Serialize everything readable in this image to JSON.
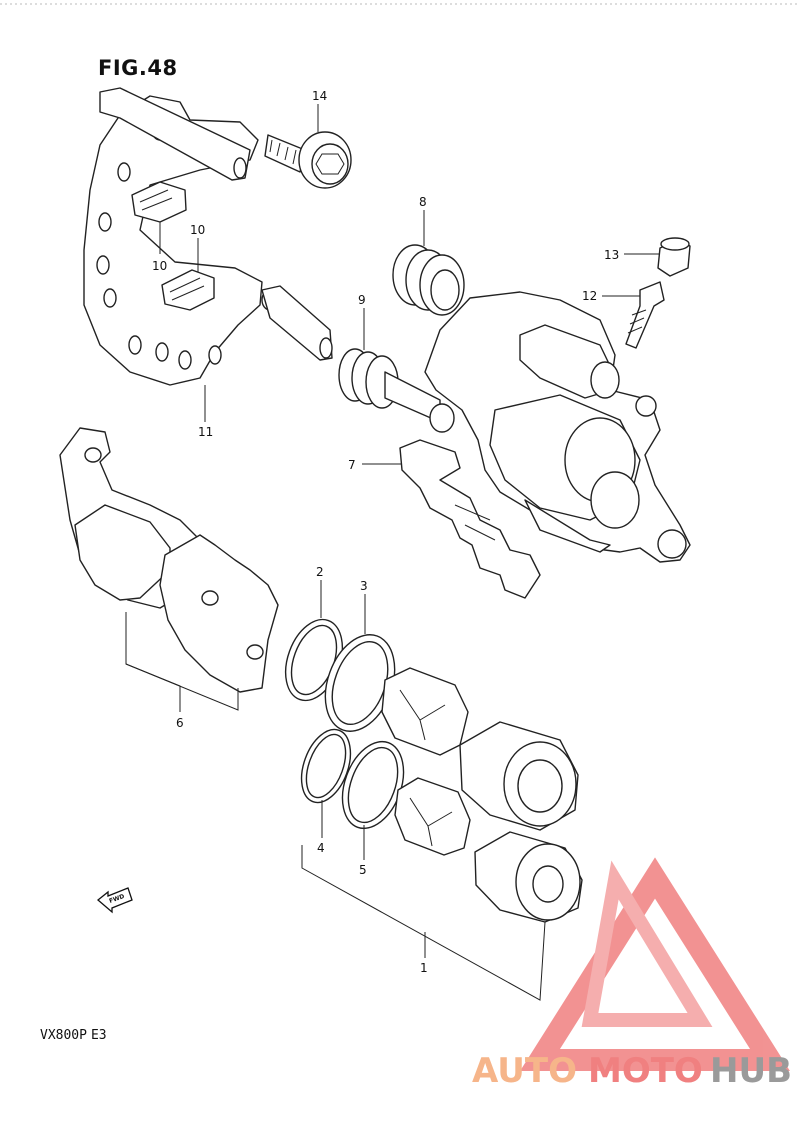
{
  "figure": {
    "title": "FIG.48",
    "model": "VX800P",
    "region": "E3"
  },
  "callouts": [
    {
      "id": "c14",
      "label": "14"
    },
    {
      "id": "c8",
      "label": "8"
    },
    {
      "id": "c13",
      "label": "13"
    },
    {
      "id": "c12",
      "label": "12"
    },
    {
      "id": "c10a",
      "label": "10"
    },
    {
      "id": "c10b",
      "label": "10"
    },
    {
      "id": "c9",
      "label": "9"
    },
    {
      "id": "c11",
      "label": "11"
    },
    {
      "id": "c7",
      "label": "7"
    },
    {
      "id": "c2",
      "label": "2"
    },
    {
      "id": "c3",
      "label": "3"
    },
    {
      "id": "c6",
      "label": "6"
    },
    {
      "id": "c4",
      "label": "4"
    },
    {
      "id": "c5",
      "label": "5"
    },
    {
      "id": "c1",
      "label": "1"
    }
  ],
  "fwd_arrow": {
    "label": "FWD",
    "icon": "forward-arrow-icon"
  },
  "watermark": {
    "part1": "AUTO",
    "part2": "MOTO",
    "part3": "HUB",
    "color_light": "#f6b58a",
    "color_red": "#f08080",
    "color_gray": "#9a9a9a"
  }
}
